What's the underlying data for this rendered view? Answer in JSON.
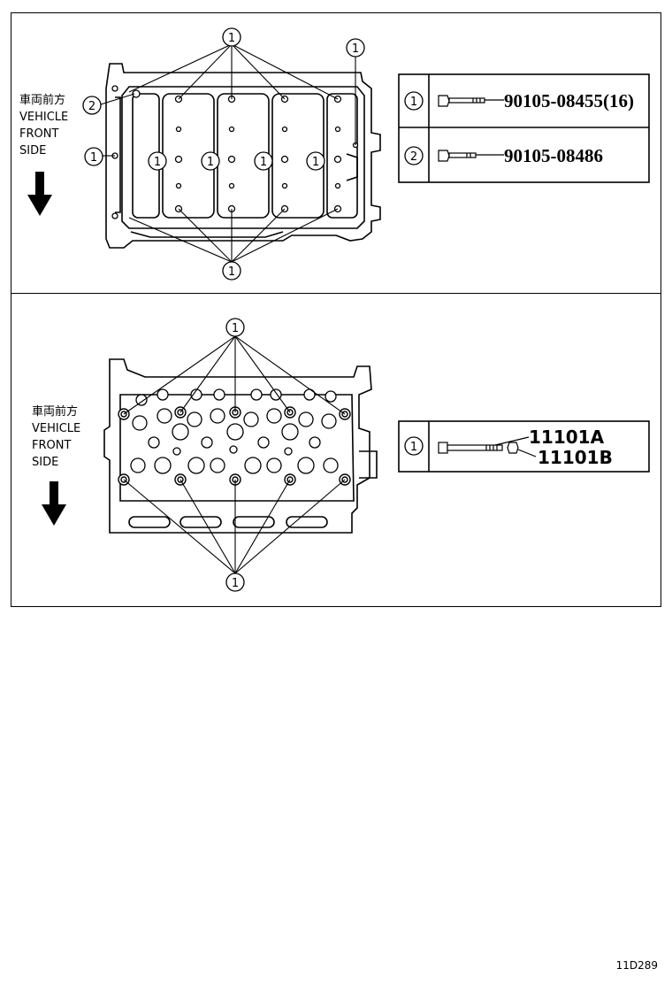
{
  "top_panel": {
    "front_label": [
      "車両前方",
      "VEHICLE",
      "FRONT",
      "SIDE"
    ],
    "callout_1": "1",
    "callout_2": "2",
    "parts": [
      {
        "callout": "1",
        "code": "90105-08455(16)"
      },
      {
        "callout": "2",
        "code": "90105-08486"
      }
    ]
  },
  "bottom_panel": {
    "front_label": [
      "車両前方",
      "VEHICLE",
      "FRONT",
      "SIDE"
    ],
    "callout_1": "1",
    "parts": [
      {
        "callout": "1",
        "codes": [
          "11101A",
          "11101B"
        ]
      }
    ]
  },
  "footer": {
    "figure_id": "11D289"
  }
}
